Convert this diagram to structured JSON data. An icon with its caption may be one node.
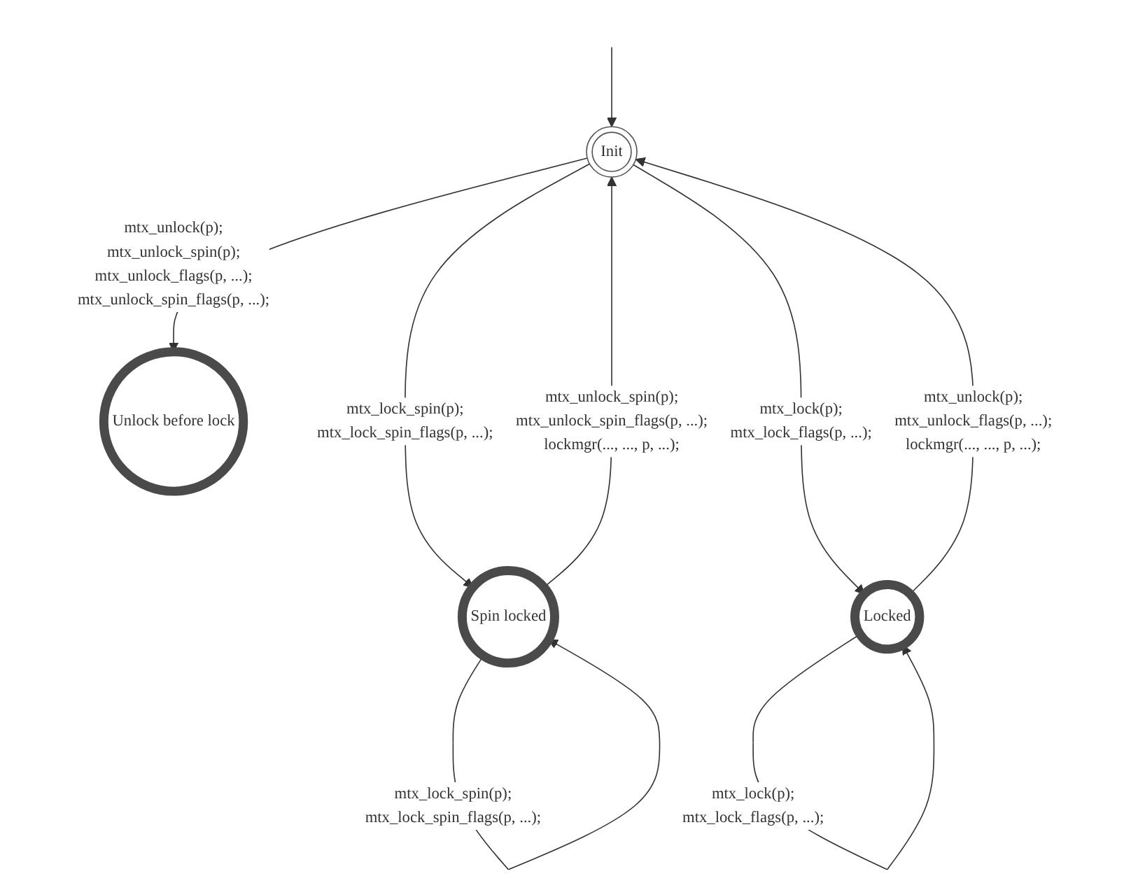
{
  "diagram": {
    "nodes": [
      {
        "text": [
          "Init"
        ]
      },
      {
        "text": [
          "Spin locked"
        ]
      },
      {
        "text": [
          "Locked"
        ]
      },
      {
        "text": [
          "Unlock before lock"
        ]
      }
    ],
    "edges": [
      {
        "from": null,
        "to": 0,
        "arrow": "to"
      },
      {
        "from": 0,
        "to": 1,
        "arrow": "to",
        "label": "mtx_lock_spin(p); mtx_lock_spin_flags(p, ...);"
      },
      {
        "from": 1,
        "to": 0,
        "arrow": "to",
        "label": "mtx_unlock_spin(p); mtx_unlock_spin_flags(p, ...); lockmgr(..., ..., p, ...);"
      },
      {
        "from": 0,
        "to": 2,
        "arrow": "to",
        "label": "mtx_lock(p); mtx_lock_flags(p, ...);"
      },
      {
        "from": 2,
        "to": 0,
        "arrow": "to",
        "label": "mtx_unlock(p); mtx_unlock_flags(p, ...); lockmgr(..., ..., p, ...);"
      },
      {
        "from": 0,
        "to": 3,
        "arrow": "to",
        "label": "mtx_unlock(p); mtx_unlock_spin(p); mtx_unlock_flags(p, ...); mtx_unlock_spin_flags(p, ...);"
      },
      {
        "from": 1,
        "to": 1,
        "arrow": "to",
        "label": "mtx_lock_spin(p); mtx_lock_spin_flags(p, ...);"
      },
      {
        "from": 2,
        "to": 2,
        "arrow": "to",
        "label": "mtx_lock(p); mtx_lock_flags(p, ...);"
      }
    ]
  }
}
